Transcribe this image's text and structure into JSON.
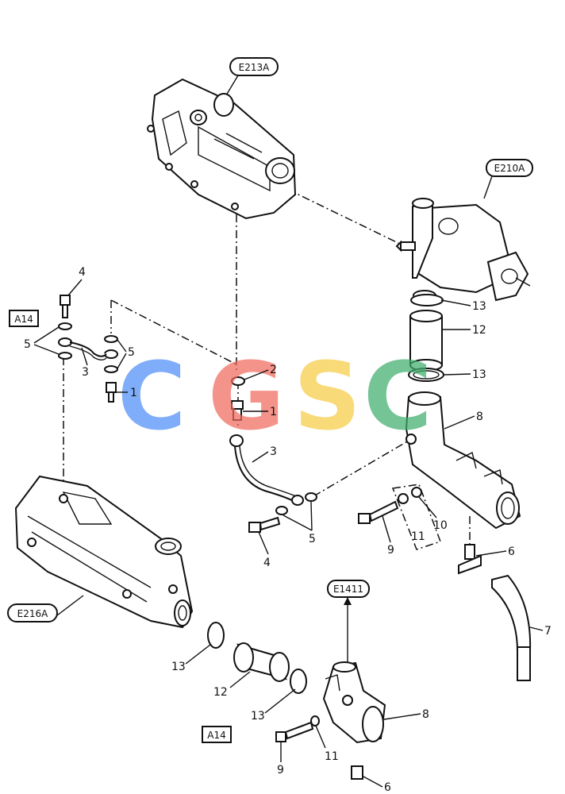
{
  "references": [
    {
      "id": "ref-e213a",
      "text": "E213A"
    },
    {
      "id": "ref-e210a",
      "text": "E210A"
    },
    {
      "id": "ref-a14-top",
      "text": "A14"
    },
    {
      "id": "ref-e216a",
      "text": "E216A"
    },
    {
      "id": "ref-e1411",
      "text": "E1411"
    },
    {
      "id": "ref-a14-bottom",
      "text": "A14"
    }
  ],
  "callouts": [
    {
      "id": "c4a",
      "text": "4"
    },
    {
      "id": "c5a",
      "text": "5"
    },
    {
      "id": "c3a",
      "text": "3"
    },
    {
      "id": "c5b",
      "text": "5"
    },
    {
      "id": "c1a",
      "text": "1"
    },
    {
      "id": "c2",
      "text": "2"
    },
    {
      "id": "c1b",
      "text": "1"
    },
    {
      "id": "c3b",
      "text": "3"
    },
    {
      "id": "c4b",
      "text": "4"
    },
    {
      "id": "c5c",
      "text": "5"
    },
    {
      "id": "c13a",
      "text": "13"
    },
    {
      "id": "c12a",
      "text": "12"
    },
    {
      "id": "c13b",
      "text": "13"
    },
    {
      "id": "c8a",
      "text": "8"
    },
    {
      "id": "c9a",
      "text": "9"
    },
    {
      "id": "c11a",
      "text": "11"
    },
    {
      "id": "c10",
      "text": "10"
    },
    {
      "id": "c6a",
      "text": "6"
    },
    {
      "id": "c7",
      "text": "7"
    },
    {
      "id": "c13c",
      "text": "13"
    },
    {
      "id": "c12b",
      "text": "12"
    },
    {
      "id": "c13d",
      "text": "13"
    },
    {
      "id": "c8b",
      "text": "8"
    },
    {
      "id": "c9b",
      "text": "9"
    },
    {
      "id": "c11b",
      "text": "11"
    },
    {
      "id": "c6b",
      "text": "6"
    }
  ],
  "watermark": {
    "letters": [
      "C",
      "G",
      "S",
      "C"
    ],
    "colors": [
      "#4f8ef7",
      "#f06a5e",
      "#f8cd45",
      "#3fae6e"
    ]
  }
}
